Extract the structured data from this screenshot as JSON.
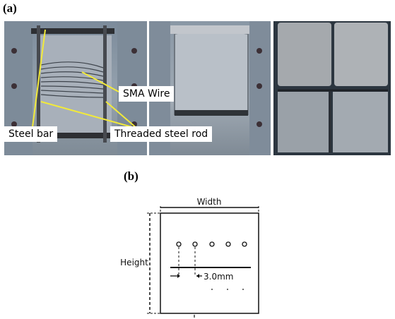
{
  "figure": {
    "panel_a_label": "(a)",
    "panel_b_label": "(b)"
  },
  "panel_a": {
    "callouts": {
      "sma_wire": "SMA Wire",
      "steel_bar": "Steel bar",
      "threaded_rod": "Threaded steel rod"
    },
    "callout_color": "#f2ea3a"
  },
  "panel_b": {
    "width_label": "Width",
    "height_label": "Height",
    "spacing_label": "3.0mm"
  }
}
